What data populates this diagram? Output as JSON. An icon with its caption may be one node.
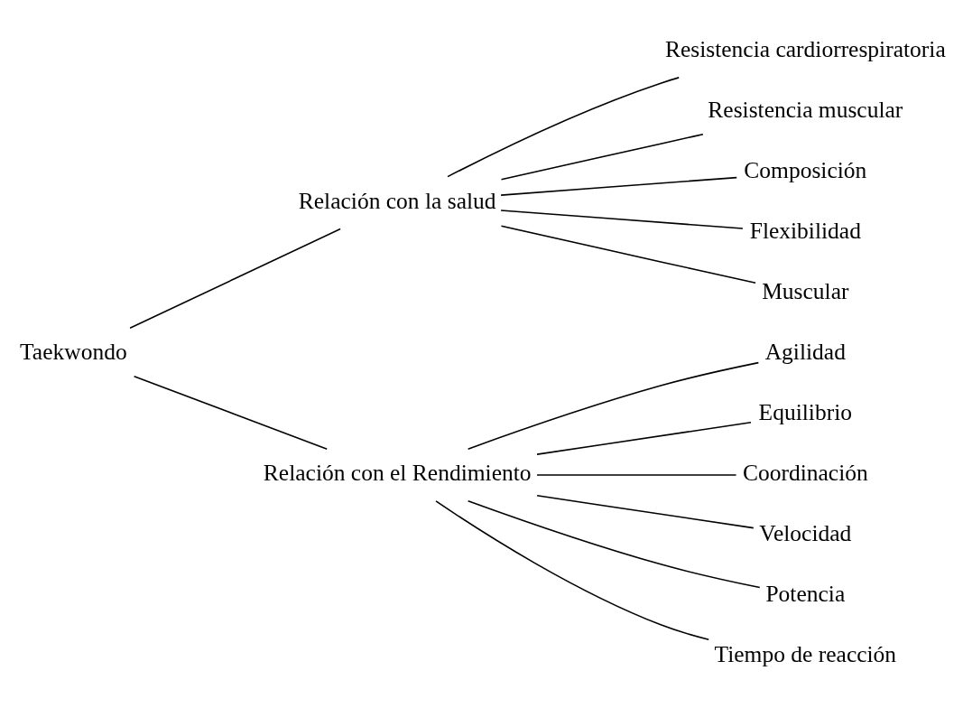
{
  "diagram": {
    "nodes": [
      {
        "text": [
          "Taekwondo"
        ]
      },
      {
        "text": [
          "Relación con la salud"
        ]
      },
      {
        "text": [
          "Relación con el Rendimiento"
        ]
      },
      {
        "text": [
          "Resistencia cardiorrespiratoria"
        ]
      },
      {
        "text": [
          "Resistencia muscular"
        ]
      },
      {
        "text": [
          "Composición"
        ]
      },
      {
        "text": [
          "Flexibilidad"
        ]
      },
      {
        "text": [
          "Muscular"
        ]
      },
      {
        "text": [
          "Agilidad"
        ]
      },
      {
        "text": [
          "Equilibrio"
        ]
      },
      {
        "text": [
          "Coordinación"
        ]
      },
      {
        "text": [
          "Velocidad"
        ]
      },
      {
        "text": [
          "Potencia"
        ]
      },
      {
        "text": [
          "Tiempo de reacción"
        ]
      }
    ],
    "edges": [
      {
        "from": 0,
        "to": 1,
        "arrow": "none"
      },
      {
        "from": 0,
        "to": 2,
        "arrow": "none"
      },
      {
        "from": 1,
        "to": 3,
        "arrow": "none"
      },
      {
        "from": 1,
        "to": 4,
        "arrow": "none"
      },
      {
        "from": 1,
        "to": 5,
        "arrow": "none"
      },
      {
        "from": 1,
        "to": 6,
        "arrow": "none"
      },
      {
        "from": 1,
        "to": 7,
        "arrow": "none"
      },
      {
        "from": 2,
        "to": 8,
        "arrow": "none"
      },
      {
        "from": 2,
        "to": 9,
        "arrow": "none"
      },
      {
        "from": 2,
        "to": 10,
        "arrow": "none"
      },
      {
        "from": 2,
        "to": 11,
        "arrow": "none"
      },
      {
        "from": 2,
        "to": 12,
        "arrow": "none"
      },
      {
        "from": 2,
        "to": 13,
        "arrow": "none"
      }
    ]
  }
}
